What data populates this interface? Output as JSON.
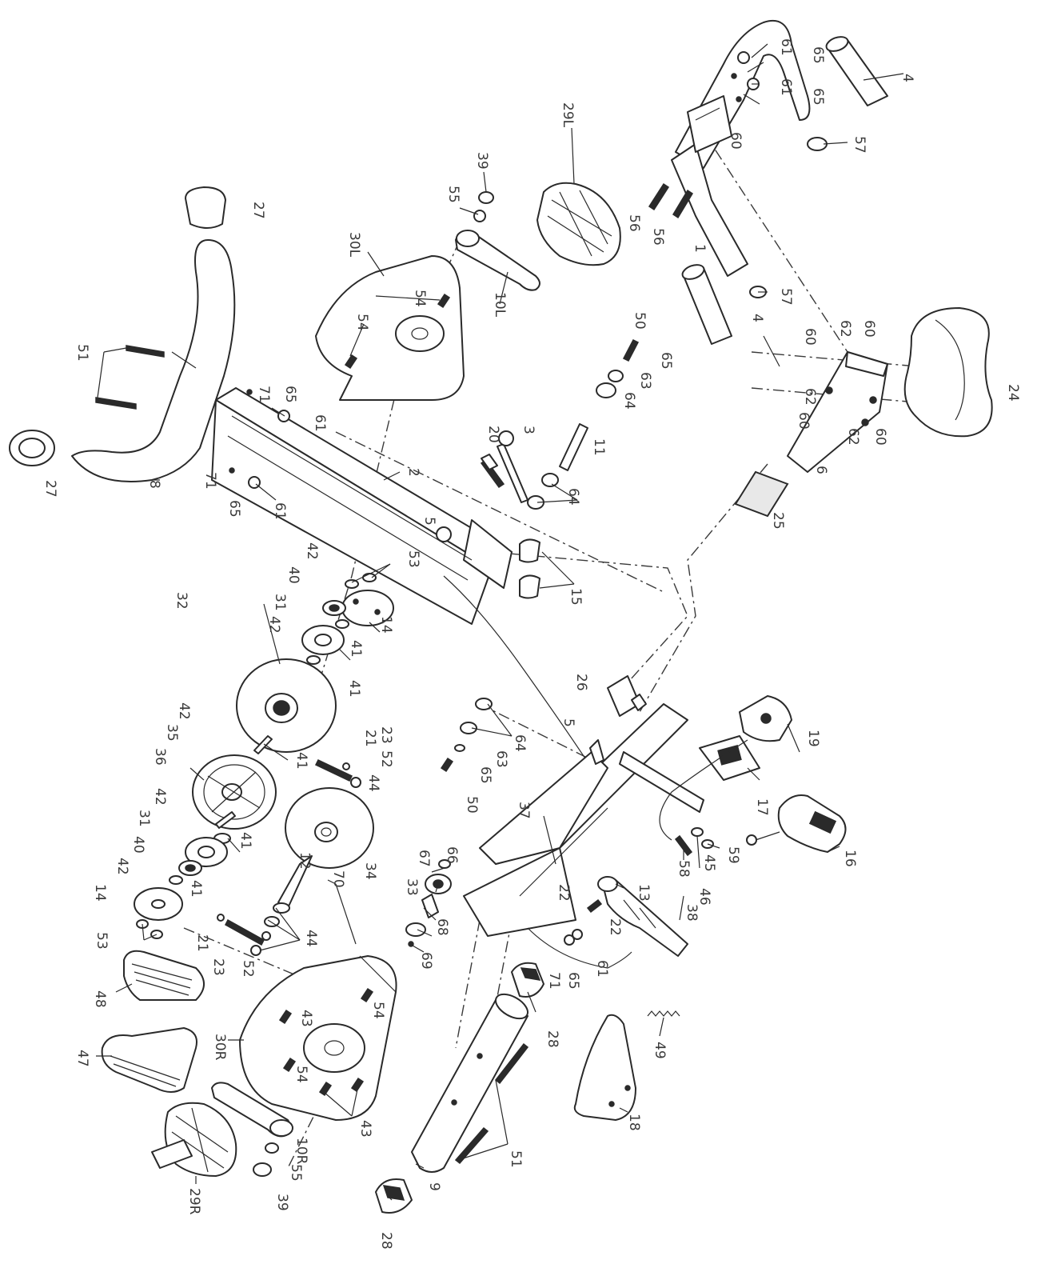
{
  "diagram": {
    "callouts": [
      {
        "id": "c-4a",
        "text": "4"
      },
      {
        "id": "c-57a",
        "text": "57"
      },
      {
        "id": "c-61a",
        "text": "61"
      },
      {
        "id": "c-65a",
        "text": "65"
      },
      {
        "id": "c-61b",
        "text": "61"
      },
      {
        "id": "c-65b",
        "text": "65"
      },
      {
        "id": "c-60a",
        "text": "60"
      },
      {
        "id": "c-56a",
        "text": "56"
      },
      {
        "id": "c-56b",
        "text": "56"
      },
      {
        "id": "c-1",
        "text": "1"
      },
      {
        "id": "c-29L",
        "text": "29L"
      },
      {
        "id": "c-39a",
        "text": "39"
      },
      {
        "id": "c-55a",
        "text": "55"
      },
      {
        "id": "c-10L",
        "text": "10L"
      },
      {
        "id": "c-30L",
        "text": "30L"
      },
      {
        "id": "c-54a",
        "text": "54"
      },
      {
        "id": "c-54b",
        "text": "54"
      },
      {
        "id": "c-27a",
        "text": "27"
      },
      {
        "id": "c-27b",
        "text": "27"
      },
      {
        "id": "c-51a",
        "text": "51"
      },
      {
        "id": "c-8",
        "text": "8"
      },
      {
        "id": "c-71a",
        "text": "71"
      },
      {
        "id": "c-71b",
        "text": "71"
      },
      {
        "id": "c-65c",
        "text": "65"
      },
      {
        "id": "c-65d",
        "text": "65"
      },
      {
        "id": "c-61c",
        "text": "61"
      },
      {
        "id": "c-61d",
        "text": "61"
      },
      {
        "id": "c-2",
        "text": "2"
      },
      {
        "id": "c-5a",
        "text": "5"
      },
      {
        "id": "c-20",
        "text": "20"
      },
      {
        "id": "c-3",
        "text": "3"
      },
      {
        "id": "c-11",
        "text": "11"
      },
      {
        "id": "c-50a",
        "text": "50"
      },
      {
        "id": "c-65e",
        "text": "65"
      },
      {
        "id": "c-63a",
        "text": "63"
      },
      {
        "id": "c-64a",
        "text": "64"
      },
      {
        "id": "c-64b",
        "text": "64"
      },
      {
        "id": "c-4b",
        "text": "4"
      },
      {
        "id": "c-57b",
        "text": "57"
      },
      {
        "id": "c-60b",
        "text": "60"
      },
      {
        "id": "c-62a",
        "text": "62"
      },
      {
        "id": "c-60c",
        "text": "60"
      },
      {
        "id": "c-62b",
        "text": "62"
      },
      {
        "id": "c-60d",
        "text": "60"
      },
      {
        "id": "c-62c",
        "text": "62"
      },
      {
        "id": "c-60e",
        "text": "60"
      },
      {
        "id": "c-24",
        "text": "24"
      },
      {
        "id": "c-6",
        "text": "6"
      },
      {
        "id": "c-25",
        "text": "25"
      },
      {
        "id": "c-42a",
        "text": "42"
      },
      {
        "id": "c-40a",
        "text": "40"
      },
      {
        "id": "c-31a",
        "text": "31"
      },
      {
        "id": "c-42b",
        "text": "42"
      },
      {
        "id": "c-53a",
        "text": "53"
      },
      {
        "id": "c-14a",
        "text": "14"
      },
      {
        "id": "c-41a",
        "text": "41"
      },
      {
        "id": "c-41b",
        "text": "41"
      },
      {
        "id": "c-15",
        "text": "15"
      },
      {
        "id": "c-32",
        "text": "32"
      },
      {
        "id": "c-26",
        "text": "26"
      },
      {
        "id": "c-42c",
        "text": "42"
      },
      {
        "id": "c-35",
        "text": "35"
      },
      {
        "id": "c-36",
        "text": "36"
      },
      {
        "id": "c-41c",
        "text": "41"
      },
      {
        "id": "c-21a",
        "text": "21"
      },
      {
        "id": "c-23a",
        "text": "23"
      },
      {
        "id": "c-52a",
        "text": "52"
      },
      {
        "id": "c-44a",
        "text": "44"
      },
      {
        "id": "c-64c",
        "text": "64"
      },
      {
        "id": "c-63b",
        "text": "63"
      },
      {
        "id": "c-65f",
        "text": "65"
      },
      {
        "id": "c-50b",
        "text": "50"
      },
      {
        "id": "c-5b",
        "text": "5"
      },
      {
        "id": "c-19",
        "text": "19"
      },
      {
        "id": "c-17",
        "text": "17"
      },
      {
        "id": "c-16",
        "text": "16"
      },
      {
        "id": "c-42d",
        "text": "42"
      },
      {
        "id": "c-31b",
        "text": "31"
      },
      {
        "id": "c-41d",
        "text": "41"
      },
      {
        "id": "c-40b",
        "text": "40"
      },
      {
        "id": "c-42e",
        "text": "42"
      },
      {
        "id": "c-41e",
        "text": "41"
      },
      {
        "id": "c-14b",
        "text": "14"
      },
      {
        "id": "c-53b",
        "text": "53"
      },
      {
        "id": "c-12",
        "text": "12"
      },
      {
        "id": "c-70",
        "text": "70"
      },
      {
        "id": "c-34",
        "text": "34"
      },
      {
        "id": "c-37",
        "text": "37"
      },
      {
        "id": "c-66",
        "text": "66"
      },
      {
        "id": "c-67",
        "text": "67"
      },
      {
        "id": "c-33",
        "text": "33"
      },
      {
        "id": "c-68",
        "text": "68"
      },
      {
        "id": "c-69",
        "text": "69"
      },
      {
        "id": "c-22a",
        "text": "22"
      },
      {
        "id": "c-22b",
        "text": "22"
      },
      {
        "id": "c-13",
        "text": "13"
      },
      {
        "id": "c-38",
        "text": "38"
      },
      {
        "id": "c-58",
        "text": "58"
      },
      {
        "id": "c-45",
        "text": "45"
      },
      {
        "id": "c-59",
        "text": "59"
      },
      {
        "id": "c-46",
        "text": "46"
      },
      {
        "id": "c-21b",
        "text": "21"
      },
      {
        "id": "c-23b",
        "text": "23"
      },
      {
        "id": "c-52b",
        "text": "52"
      },
      {
        "id": "c-44b",
        "text": "44"
      },
      {
        "id": "c-48",
        "text": "48"
      },
      {
        "id": "c-47",
        "text": "47"
      },
      {
        "id": "c-30R",
        "text": "30R"
      },
      {
        "id": "c-43a",
        "text": "43"
      },
      {
        "id": "c-54c",
        "text": "54"
      },
      {
        "id": "c-54d",
        "text": "54"
      },
      {
        "id": "c-43b",
        "text": "43"
      },
      {
        "id": "c-10R",
        "text": "10R"
      },
      {
        "id": "c-29R",
        "text": "29R"
      },
      {
        "id": "c-55b",
        "text": "55"
      },
      {
        "id": "c-39b",
        "text": "39"
      },
      {
        "id": "c-28a",
        "text": "28"
      },
      {
        "id": "c-28b",
        "text": "28"
      },
      {
        "id": "c-9",
        "text": "9"
      },
      {
        "id": "c-51b",
        "text": "51"
      },
      {
        "id": "c-71c",
        "text": "71"
      },
      {
        "id": "c-65g",
        "text": "65"
      },
      {
        "id": "c-61e",
        "text": "61"
      },
      {
        "id": "c-49",
        "text": "49"
      },
      {
        "id": "c-18",
        "text": "18"
      }
    ]
  }
}
